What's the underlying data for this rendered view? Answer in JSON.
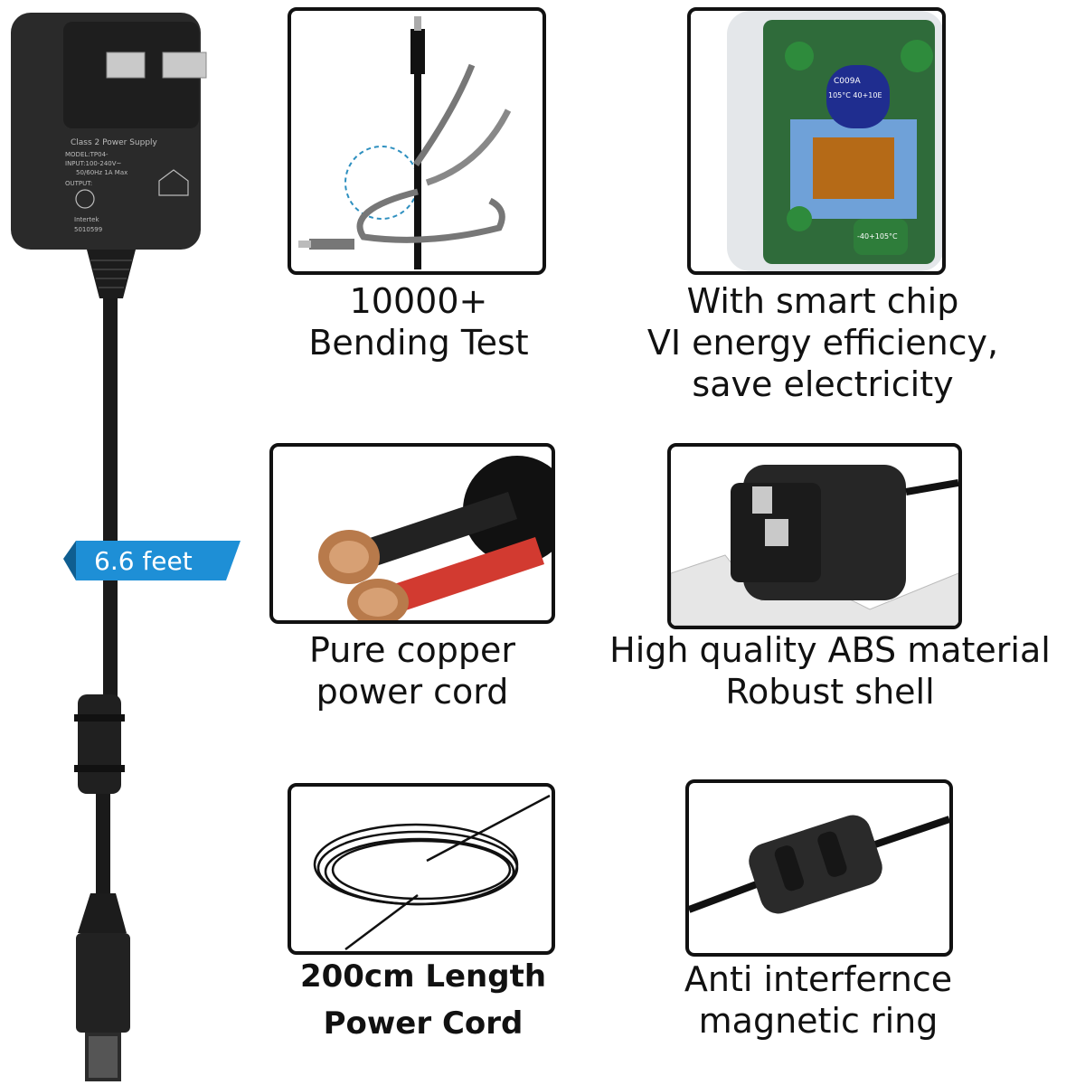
{
  "adapter": {
    "label_title": "Class 2 Power Supply",
    "label_model": "MODEL:TP04-",
    "label_input": "INPUT:100-240V~",
    "label_freq": "50/60Hz 1A Max",
    "label_output": "OUTPUT:",
    "label_cert": "Intertek",
    "label_cert_no": "5010599",
    "length_flag": "6.6 feet",
    "flag_color": "#1e8fd6"
  },
  "features": [
    {
      "lines": [
        "10000+",
        "Bending Test"
      ]
    },
    {
      "lines": [
        "With smart chip",
        "VI energy efficiency,",
        "save electricity"
      ]
    },
    {
      "lines": [
        "Pure copper",
        "power cord"
      ]
    },
    {
      "lines": [
        "High quality ABS material",
        "Robust shell"
      ]
    },
    {
      "lines": [
        "200cm Length",
        "Power Cord"
      ]
    },
    {
      "lines": [
        "Anti interfernce",
        "magnetic ring"
      ]
    }
  ],
  "capacitor_labels": [
    "C009A",
    "105°C 40+10E",
    "-40+105°C"
  ]
}
